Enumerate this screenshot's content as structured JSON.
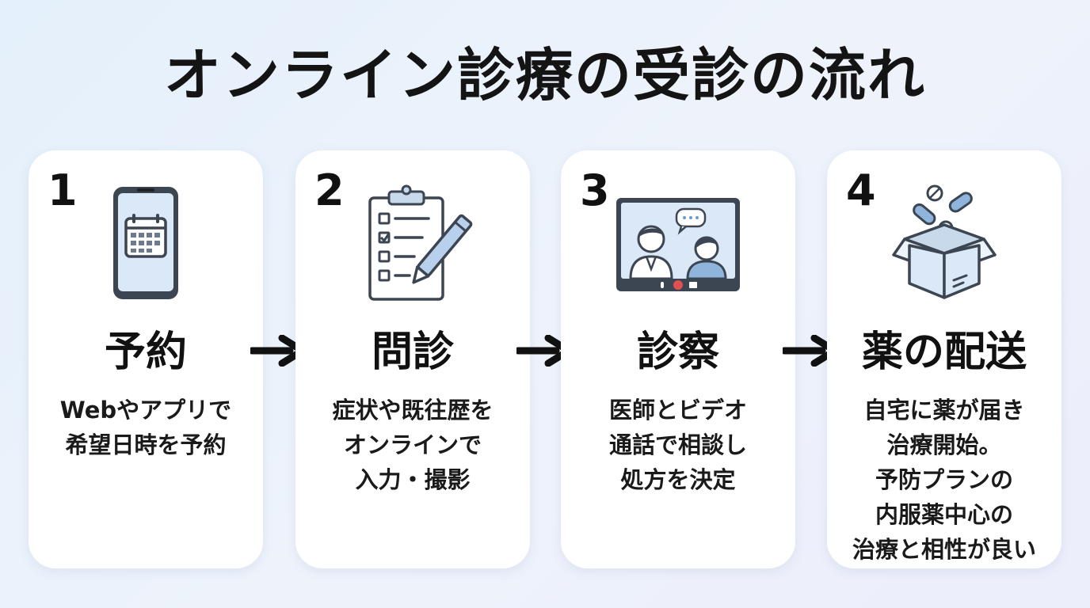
{
  "title": "オンライン診療の受診の流れ",
  "steps": [
    {
      "number": "1",
      "heading": "予約",
      "icon": "smartphone-calendar-icon",
      "lines": [
        "Webやアプリで",
        "希望日時を予約"
      ]
    },
    {
      "number": "2",
      "heading": "問診",
      "icon": "clipboard-checklist-icon",
      "lines": [
        "症状や既往歴を",
        "オンラインで",
        "入力・撮影"
      ]
    },
    {
      "number": "3",
      "heading": "診察",
      "icon": "video-call-doctor-icon",
      "lines": [
        "医師とビデオ",
        "通話で相談し",
        "処方を決定"
      ]
    },
    {
      "number": "4",
      "heading": "薬の配送",
      "icon": "medicine-box-icon",
      "lines": [
        "自宅に薬が届き",
        "治療開始。",
        "予防プランの",
        "内服薬中心の",
        "治療と相性が良い"
      ]
    }
  ],
  "colors": {
    "icon_blue": "#dbe8f7",
    "icon_stroke": "#3c4552",
    "text": "#141414"
  }
}
